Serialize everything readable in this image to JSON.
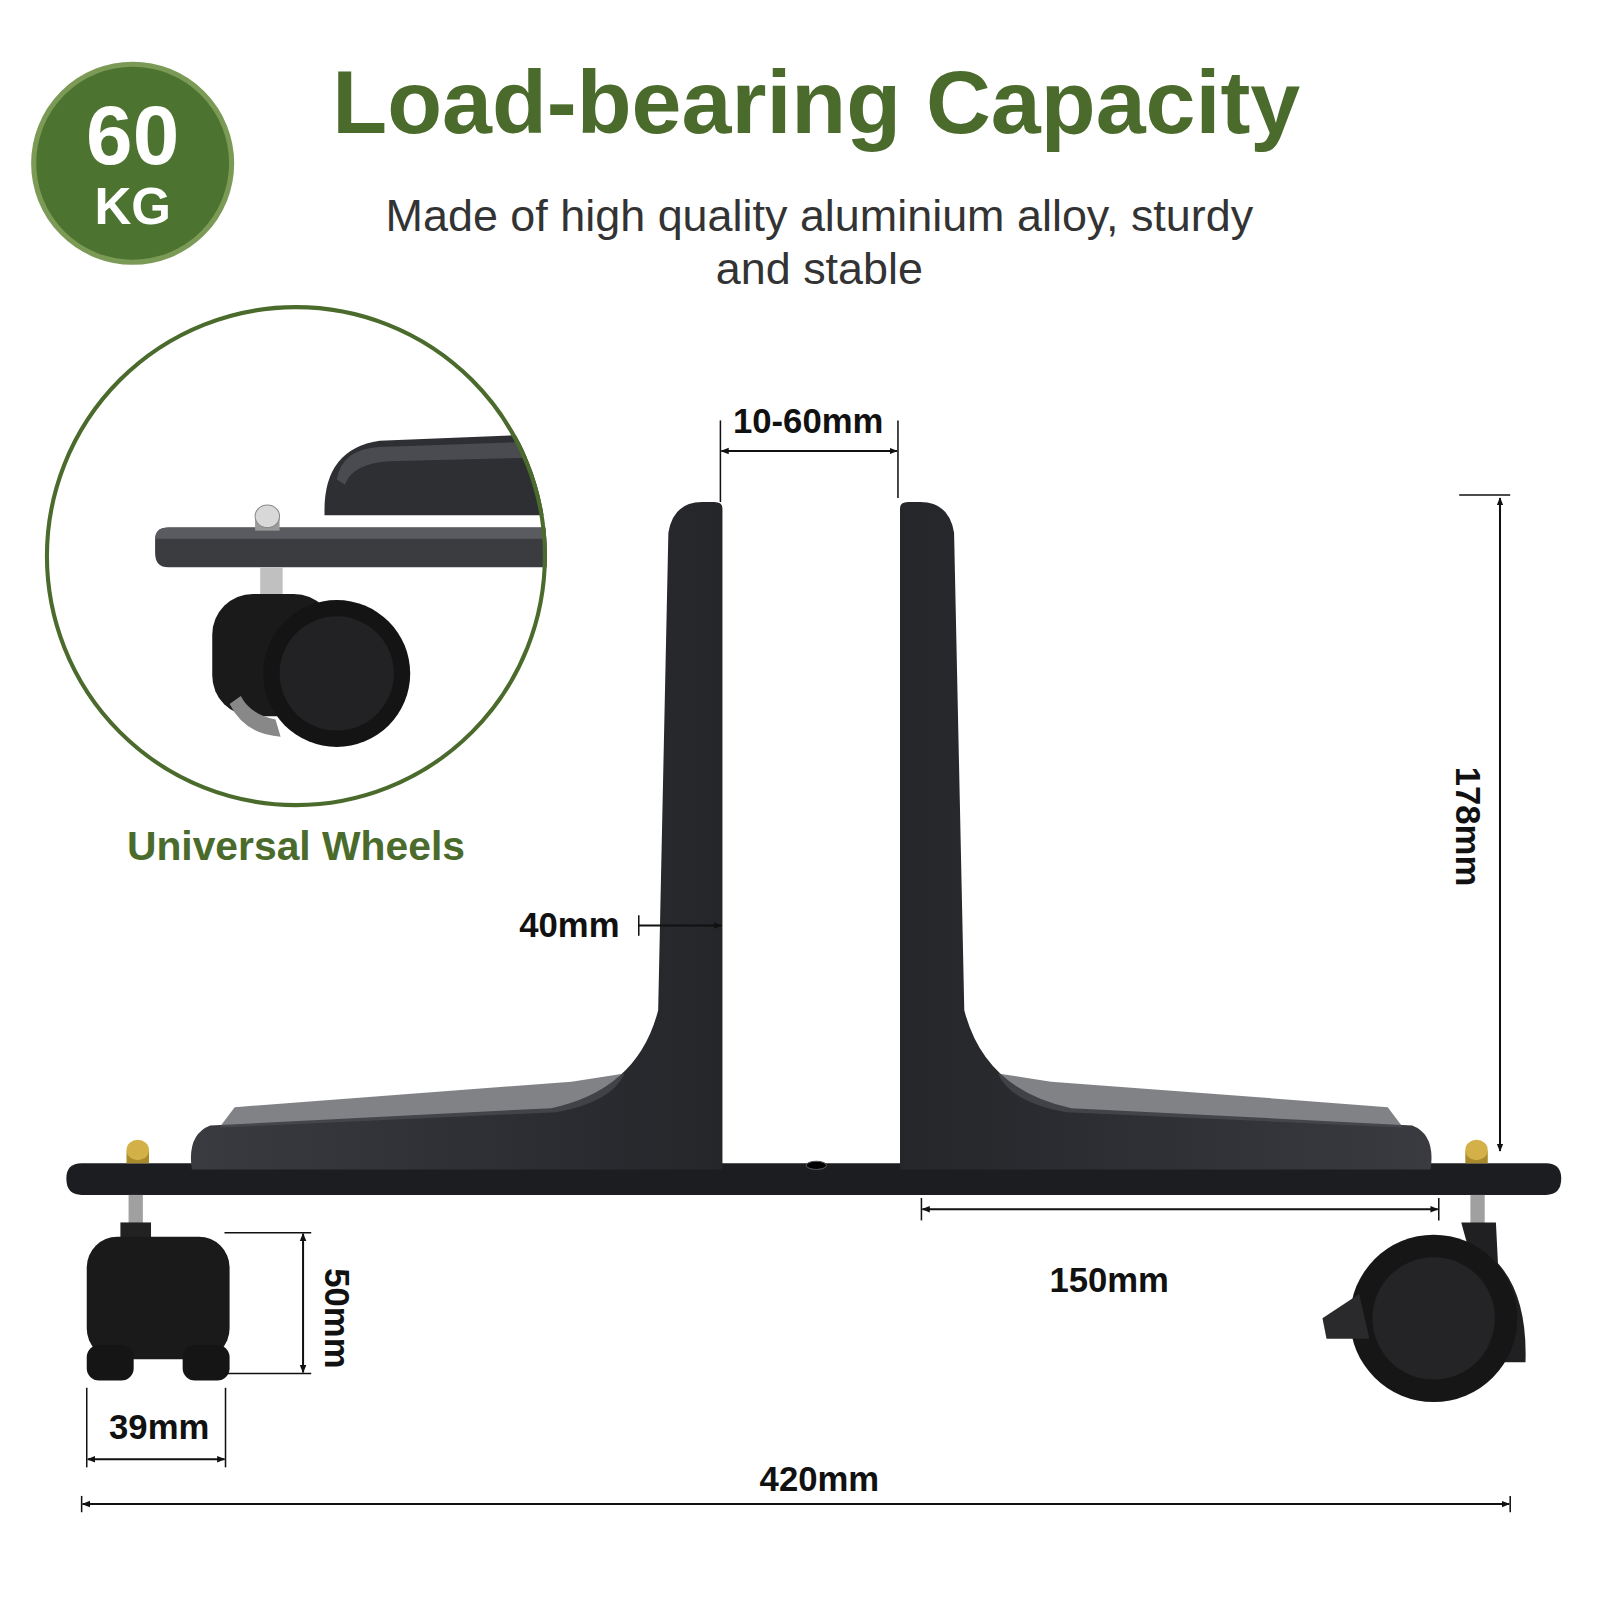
{
  "diagram": {
    "title": "Load-bearing Capacity",
    "nodes": [
      {
        "text": [
          "60",
          "KG"
        ]
      },
      {
        "text": [
          "Universal Wheels"
        ]
      }
    ],
    "labels": [
      "Made of high quality aluminium alloy, sturdy and stable",
      "10-60mm",
      "40mm",
      "178mm",
      "150mm",
      "50mm",
      "39mm",
      "420mm"
    ]
  }
}
